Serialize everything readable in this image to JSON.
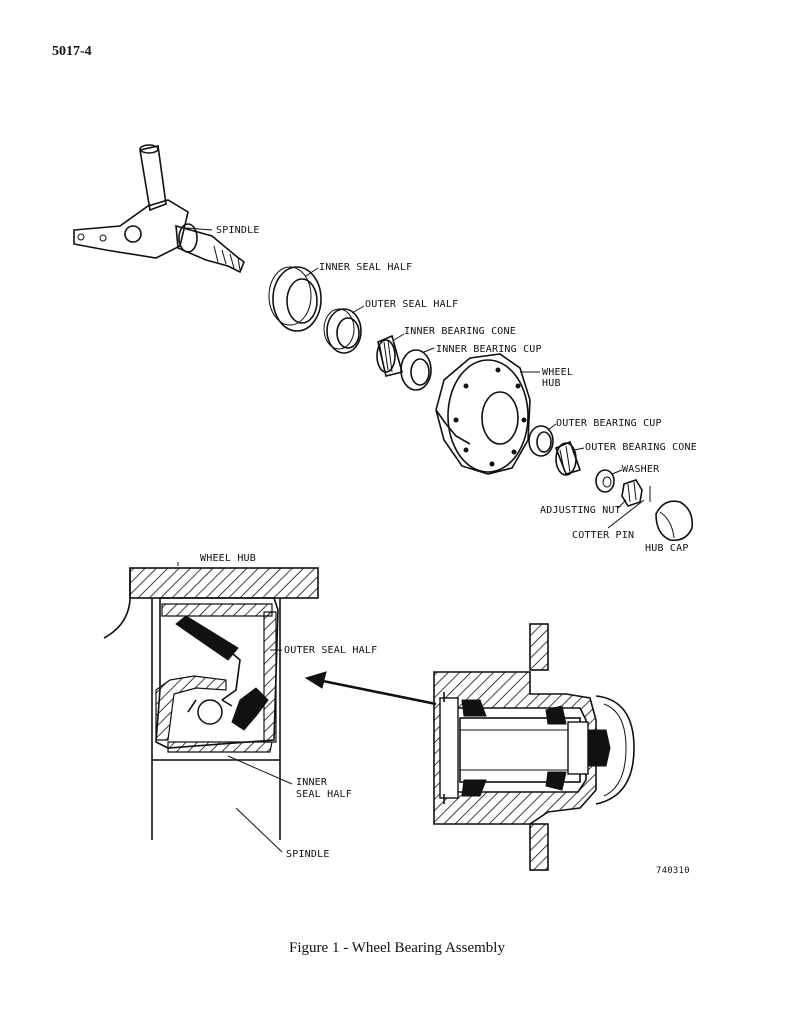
{
  "page": {
    "number": "5017-4",
    "caption": "Figure 1 - Wheel Bearing Assembly",
    "drawing_number": "740310"
  },
  "exploded_view": {
    "labels": {
      "spindle": "SPINDLE",
      "inner_seal_half": "INNER SEAL HALF",
      "outer_seal_half": "OUTER SEAL HALF",
      "inner_bearing_cone": "INNER BEARING CONE",
      "inner_bearing_cup": "INNER BEARING CUP",
      "wheel_hub_line1": "WHEEL",
      "wheel_hub_line2": "HUB",
      "outer_bearing_cup": "OUTER BEARING CUP",
      "outer_bearing_cone": "OUTER BEARING CONE",
      "washer": "WASHER",
      "adjusting_nut": "ADJUSTING NUT",
      "cotter_pin": "COTTER PIN",
      "hub_cap": "HUB CAP"
    }
  },
  "detail_view": {
    "labels": {
      "wheel_hub": "WHEEL HUB",
      "outer_seal_half": "OUTER SEAL HALF",
      "inner_seal_half_line1": "INNER",
      "inner_seal_half_line2": "SEAL HALF",
      "spindle": "SPINDLE"
    }
  }
}
